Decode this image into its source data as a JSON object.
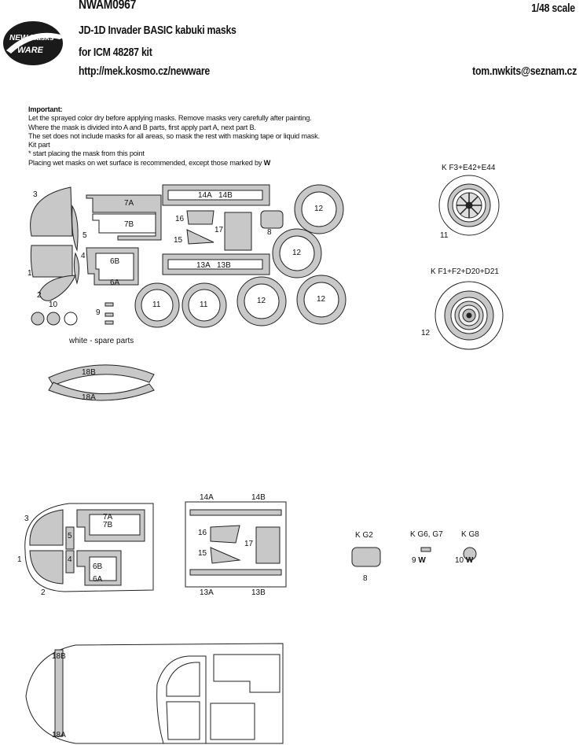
{
  "header": {
    "code": "NWAM0967",
    "scale": "1/48 scale",
    "title": "JD-1D Invader BASIC kabuki masks",
    "kit": "for ICM 48287 kit",
    "url": "http://mek.kosmo.cz/newware",
    "email": "tom.nwkits@seznam.cz",
    "logo_line1": "NEW Masks",
    "logo_line2": "WARE"
  },
  "notes": {
    "heading": "Important:",
    "lines": [
      "Let the sprayed color dry before applying masks. Remove masks very carefully after painting.",
      "Where the mask is divided into A and B parts, first apply part A, next part B.",
      "The set does not include masks for all areas, so mask the rest with masking tape or liquid mask.",
      "Kit part",
      "* start placing the mask from this point",
      "Placing wet masks on wet surface is recommended, except those marked by"
    ]
  },
  "sheet_labels": {
    "p3": "3",
    "p5": "5",
    "p4": "4",
    "p1": "1",
    "p2": "2",
    "p10": "10",
    "p9": "9",
    "p7a": "7A",
    "p7b": "7B",
    "p6b": "6B",
    "p6a": "6A",
    "p14a": "14A",
    "p14b": "14B",
    "p16": "16",
    "p15": "15",
    "p17": "17",
    "p13a": "13A",
    "p13b": "13B",
    "p8": "8",
    "w12a": "12",
    "w12b": "12",
    "w12c": "12",
    "w12d": "12",
    "w11a": "11",
    "w11b": "11",
    "spare": "white - spare parts",
    "p18b": "18B",
    "p18a": "18A"
  },
  "wheels": {
    "upper_ref": "K F3+E42+E44",
    "upper_num": "11",
    "lower_ref": "K F1+F2+D20+D21",
    "lower_num": "12"
  },
  "placement": {
    "a3": "3",
    "a5": "5",
    "a4": "4",
    "a1": "1",
    "a2": "2",
    "a7a": "7A",
    "a7b": "7B",
    "a6b": "6B",
    "a6a": "6A",
    "b14a": "14A",
    "b14b": "14B",
    "b16": "16",
    "b15": "15",
    "b17": "17",
    "b13a": "13A",
    "b13b": "13B",
    "kg2": "K G2",
    "kg2_num": "8",
    "kg67": "K G6, G7",
    "kg67_num": "9",
    "kg8": "K G8",
    "kg8_num": "10",
    "c18b": "18B",
    "c18a": "18A"
  }
}
